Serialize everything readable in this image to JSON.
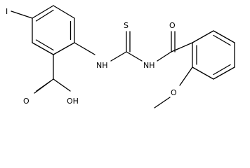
{
  "molecule": {
    "atoms": {
      "iodine": "I",
      "thione_sulfur": "S",
      "amide_oxygen": "O",
      "amine_nh_1": "NH",
      "amine_nh_2": "NH",
      "hydroxyl": "OH",
      "carbonyl_oxygen": "O",
      "methoxy_oxygen": "O"
    },
    "colors": {
      "bond": "#000000",
      "label": "#000000",
      "background": "#ffffff"
    }
  }
}
